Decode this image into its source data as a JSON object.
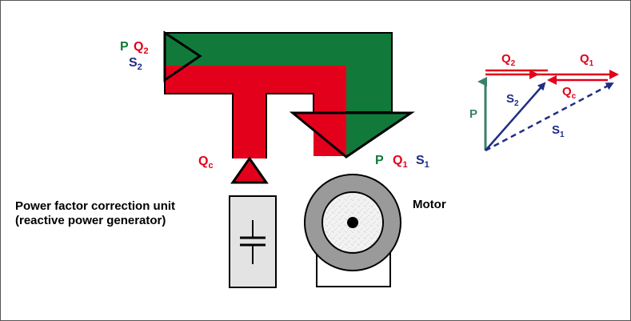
{
  "colors": {
    "green": "#117a3a",
    "red": "#e3001b",
    "blue": "#1f2d86",
    "teal": "#3a7f6a",
    "grey": "#9a9a9a",
    "light": "#e5e5e5"
  },
  "labels": {
    "source_p": "P",
    "source_q": "Q",
    "source_q_sub": "2",
    "source_s": "S",
    "source_s_sub": "2",
    "qc": "Q",
    "qc_sub": "c",
    "motor_p": "P",
    "motor_q": "Q",
    "motor_q_sub": "1",
    "motor_s": "S",
    "motor_s_sub": "1",
    "pfc_line1": "Power factor correction unit",
    "pfc_line2": "(reactive power generator)",
    "motor": "Motor"
  },
  "vector_diagram": {
    "q2": "Q",
    "q2_sub": "2",
    "q1": "Q",
    "q1_sub": "1",
    "qc": "Q",
    "qc_sub": "c",
    "s2": "S",
    "s2_sub": "2",
    "s1": "S",
    "s1_sub": "1",
    "p": "P"
  }
}
